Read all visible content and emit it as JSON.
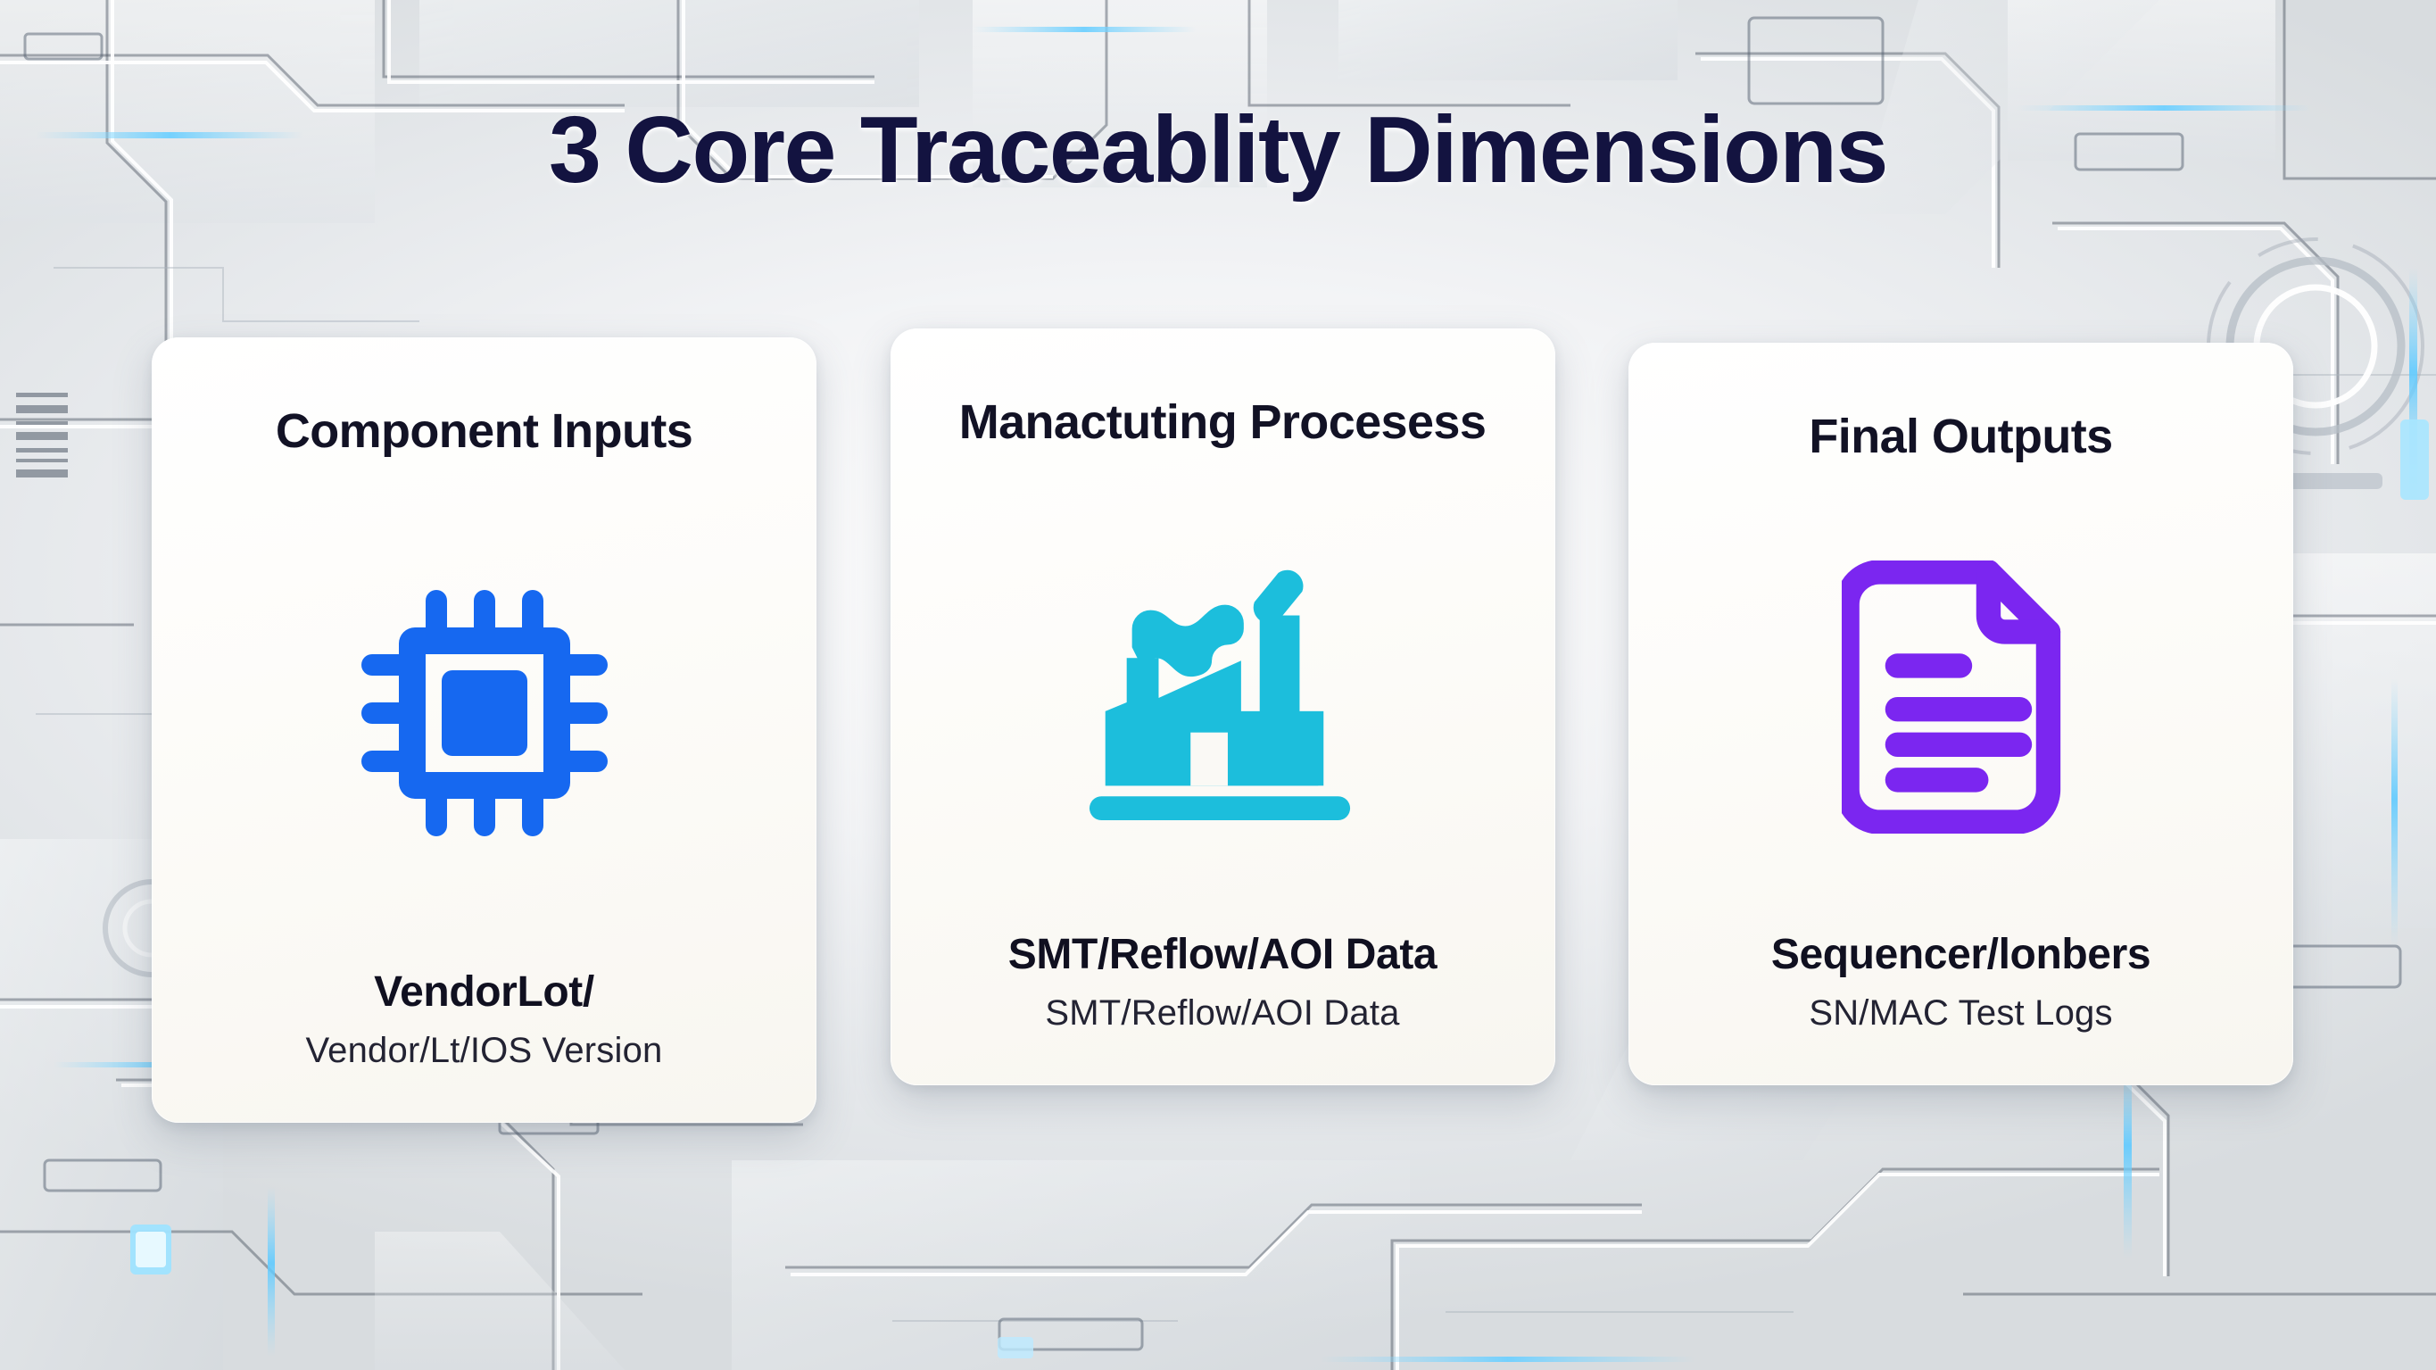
{
  "page": {
    "title": "3 Core Traceablity Dimensions",
    "background_style": "futuristic-circuit-board",
    "title_color": "#131340",
    "card_background": "#FAF9F5"
  },
  "cards": [
    {
      "heading": "Component Inputs",
      "icon": "microchip-icon",
      "icon_color": "#1668F0",
      "lead": "VendorLot/",
      "subtext": "Vendor/Lt/IOS Version"
    },
    {
      "heading": "Manactuting Procesess",
      "icon": "factory-icon",
      "icon_color": "#1CBEDC",
      "lead": "SMT/Reflow/AOI Data",
      "subtext": "SMT/Reflow/AOI Data"
    },
    {
      "heading": "Final Outputs",
      "icon": "document-lines-icon",
      "icon_color": "#7B26F0",
      "lead": "Sequencer/lonbers",
      "subtext": "SN/MAC Test Logs"
    }
  ]
}
